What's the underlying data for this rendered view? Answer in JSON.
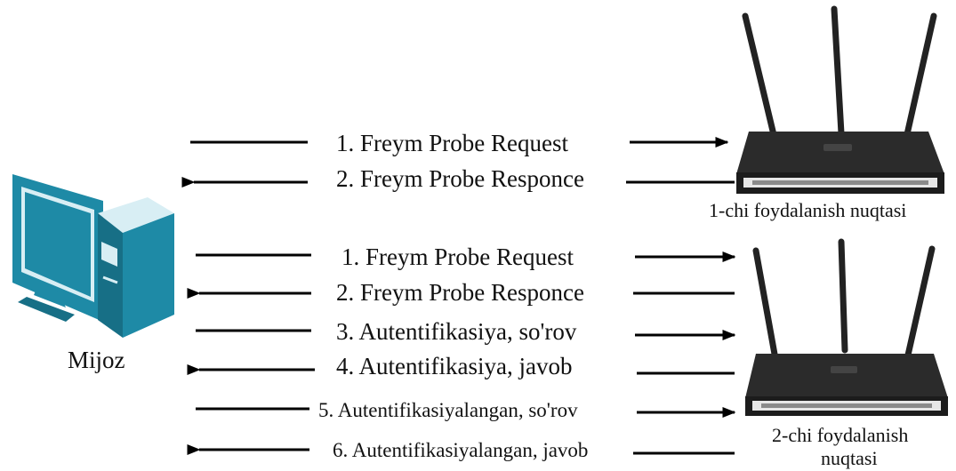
{
  "client": {
    "label": "Mijoz",
    "icon": "desktop-computer-icon",
    "color": "#1e8aa6"
  },
  "access_points": [
    {
      "label": "1-chi foydalanish nuqtasi",
      "icon": "wifi-router-icon"
    },
    {
      "label_line1": "2-chi foydalanish",
      "label_line2": "nuqtasi",
      "icon": "wifi-router-icon"
    }
  ],
  "group1": {
    "messages": [
      {
        "text": "1. Freym Probe Request",
        "direction": "to-ap"
      },
      {
        "text": "2. Freym Probe Responce",
        "direction": "to-client"
      }
    ]
  },
  "group2": {
    "messages": [
      {
        "text": "1. Freym Probe Request",
        "direction": "to-ap"
      },
      {
        "text": "2. Freym Probe Responce",
        "direction": "to-client"
      },
      {
        "text": "3. Autentifikasiya, so'rov",
        "direction": "to-ap"
      },
      {
        "text": "4. Autentifikasiya, javob",
        "direction": "to-client"
      },
      {
        "text": "5. Autentifikasiyalangan, so'rov",
        "direction": "to-ap"
      },
      {
        "text": "6. Autentifikasiyalangan, javob",
        "direction": "to-client"
      }
    ]
  }
}
